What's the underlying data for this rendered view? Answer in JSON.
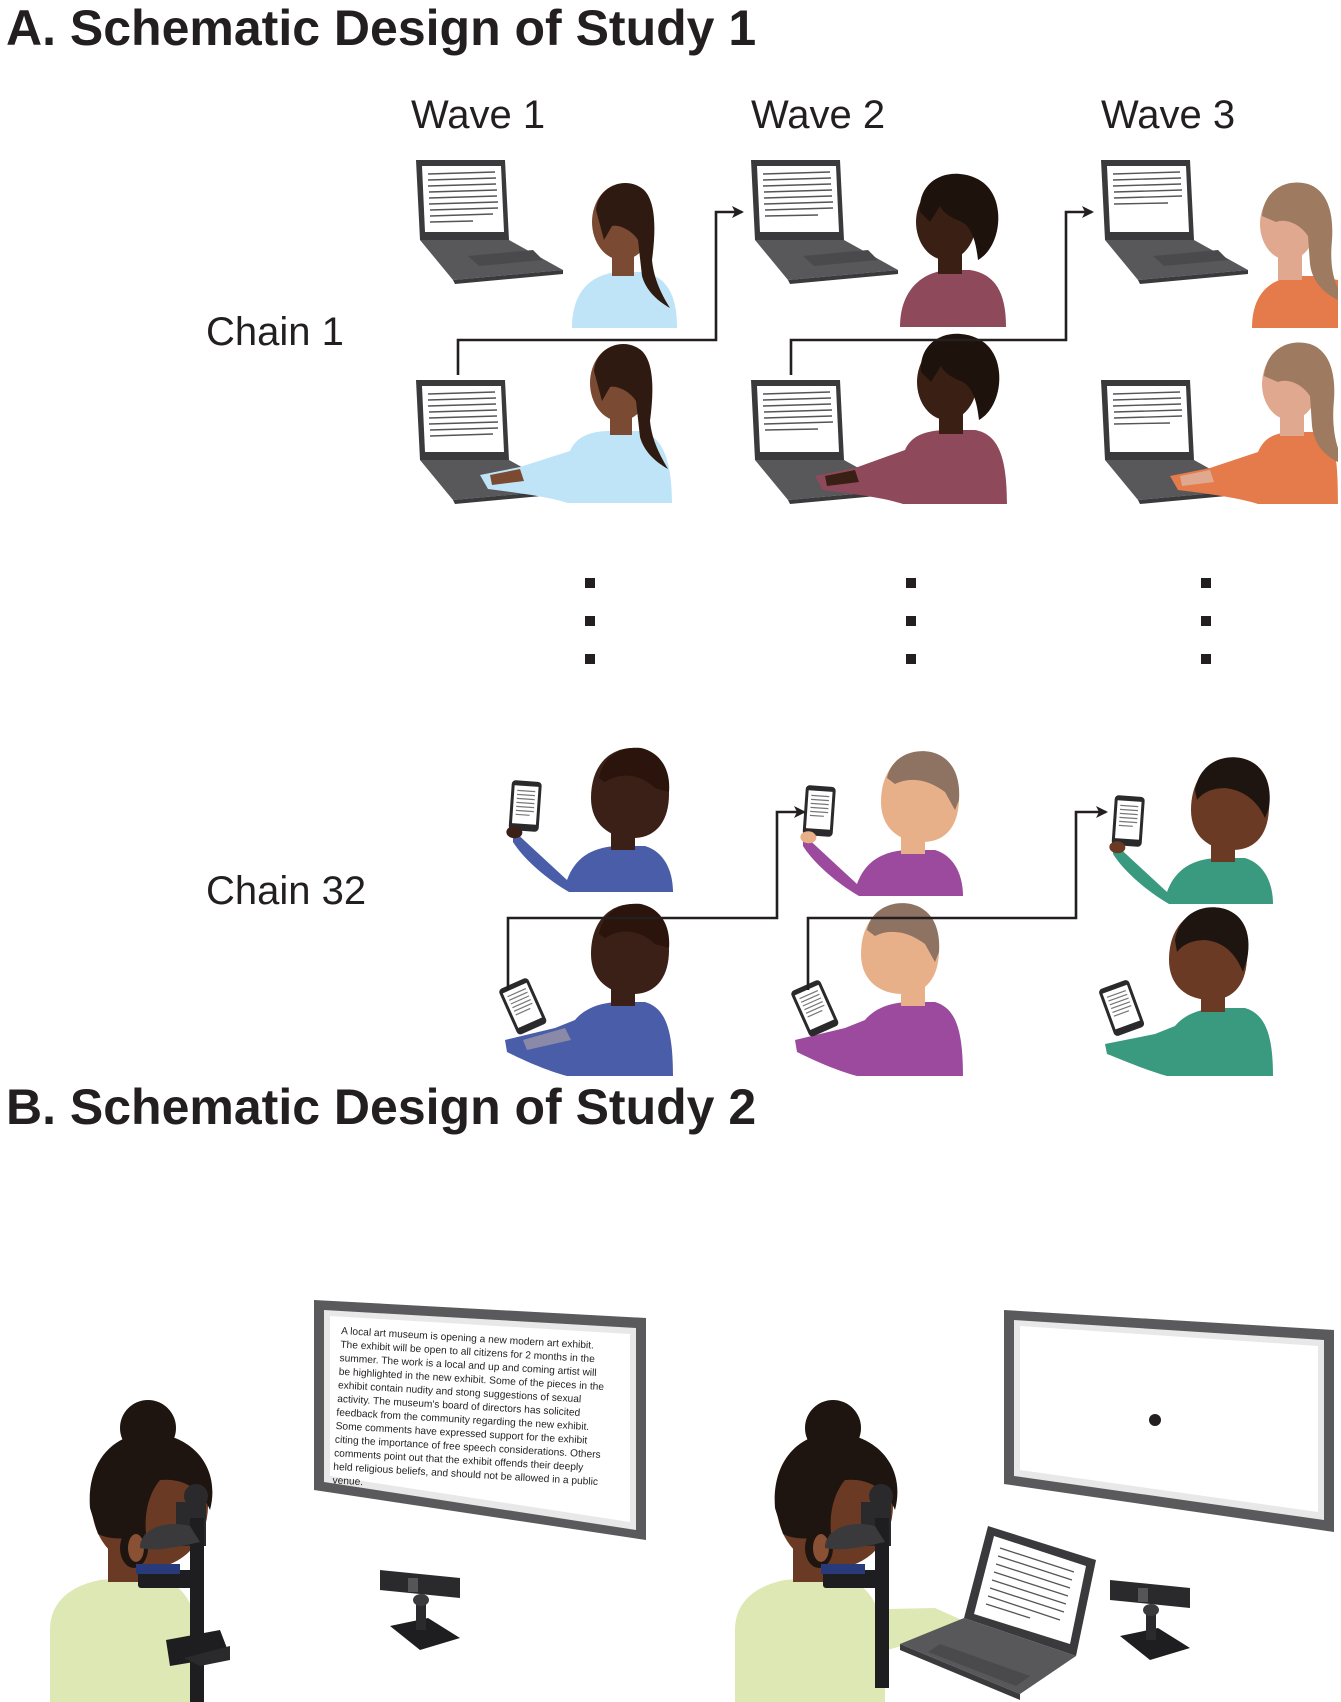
{
  "section_a": {
    "heading": "A. Schematic Design of Study 1"
  },
  "section_b": {
    "heading": "B. Schematic Design of Study 2"
  },
  "waves": [
    "Wave 1",
    "Wave 2",
    "Wave 3"
  ],
  "chains": [
    "Chain 1",
    "Chain 32"
  ],
  "stimulus_text": [
    "A local art museum is opening a new modern art exhibit.",
    "The exhibit will be open to all citizens for 2 months in the",
    "summer. The work is a local and up and coming artist will",
    "be highlighted in the new exhibit. Some of the pieces in the",
    "exhibit contain nudity and stong suggestions of sexual",
    "activity. The museum's board of directors has solicited",
    "feedback from the community regarding the new exhibit.",
    "Some comments have expressed support for the exhibit",
    "citing the importance of free speech considerations. Others",
    "comments point out that the exhibit offends their deeply",
    "held religious beliefs, and should not be allowed in a public",
    "venue."
  ],
  "colors": {
    "wave1_shirt": "#bfe3f7",
    "wave2_shirt": "#8e4a5b",
    "wave3_shirt": "#e57a4a",
    "chain32_w1_shirt": "#4a5da8",
    "chain32_w2_shirt": "#9b4a9e",
    "chain32_w3_shirt": "#3a9a80",
    "study2_shirt": "#dde8b4",
    "device_dark": "#58585a"
  }
}
